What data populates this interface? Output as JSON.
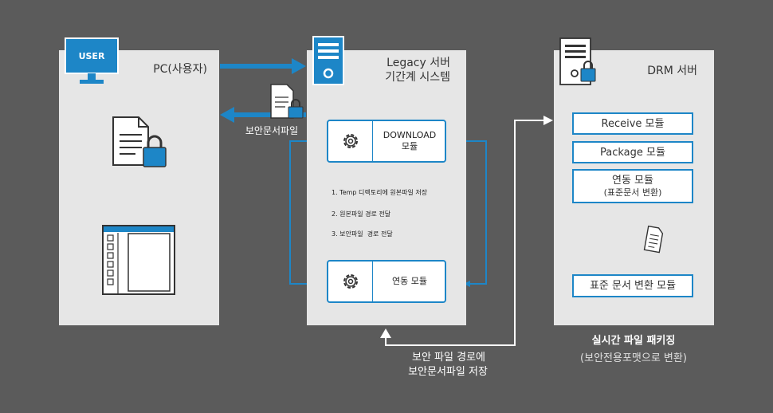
{
  "pc": {
    "user_label": "USER",
    "title": "PC(사용자)"
  },
  "legacy": {
    "title_line1": "Legacy 서버",
    "title_line2": "기간계 시스템",
    "download_line1": "DOWNLOAD",
    "download_line2": "모듈",
    "steps": [
      "1. Temp 디렉토리에 원본파일 저장",
      "2. 원본파일 경로 전달",
      "3. 보안파일  경로 전달"
    ],
    "link_module": "연동 모듈"
  },
  "arrow_label": "보안문서파일",
  "drm": {
    "title": "DRM 서버",
    "modules": [
      "Receive 모듈",
      "Package 모듈"
    ],
    "link_module": "연동 모듈",
    "link_module_sub": "(표준문서 변환)",
    "convert_module": "표준 문서 변환 모듈"
  },
  "bottom_left": {
    "line1": "보안 파일 경로에",
    "line2": "보안문서파일 저장"
  },
  "bottom_right": {
    "line1": "실시간 파일 패키징",
    "line2": "(보안전용포맷으로 변환)"
  },
  "colors": {
    "background": "#5b5b5b",
    "panel": "#e6e6e6",
    "accent": "#1d86c7",
    "line": "#ffffff"
  }
}
